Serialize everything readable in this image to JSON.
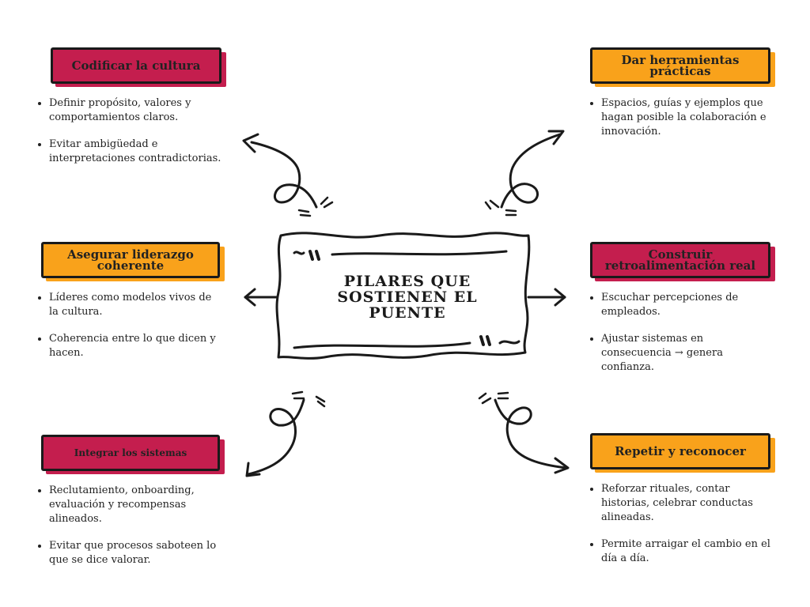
{
  "colors": {
    "crimson": "#c41e4e",
    "orange": "#f9a21b",
    "ink": "#1a1a1a"
  },
  "center": {
    "title": "PILARES QUE SOSTIENEN EL PUENTE"
  },
  "pillars": [
    {
      "title": "Codificar la cultura",
      "color": "crimson",
      "items": [
        "Definir propósito, valores y comportamientos claros.",
        "Evitar ambigüedad e interpretaciones contradictorias."
      ]
    },
    {
      "title": "Dar herramientas prácticas",
      "color": "orange",
      "items": [
        "Espacios, guías y ejemplos que hagan posible la colaboración e innovación."
      ]
    },
    {
      "title": "Asegurar liderazgo coherente",
      "color": "orange",
      "items": [
        "Líderes como modelos vivos de la cultura.",
        "Coherencia entre lo que dicen y hacen."
      ]
    },
    {
      "title": "Construir retroalimentación real",
      "color": "crimson",
      "items": [
        "Escuchar percepciones de empleados.",
        "Ajustar sistemas en consecuencia → genera confianza."
      ]
    },
    {
      "title": "Integrar los sistemas",
      "color": "crimson",
      "items": [
        "Reclutamiento, onboarding, evaluación y recompensas alineados.",
        "Evitar que procesos saboteen lo que se dice valorar."
      ]
    },
    {
      "title": "Repetir y reconocer",
      "color": "orange",
      "items": [
        "Reforzar rituales, contar historias, celebrar conductas alineadas.",
        "Permite arraigar el cambio en el día a día."
      ]
    }
  ]
}
